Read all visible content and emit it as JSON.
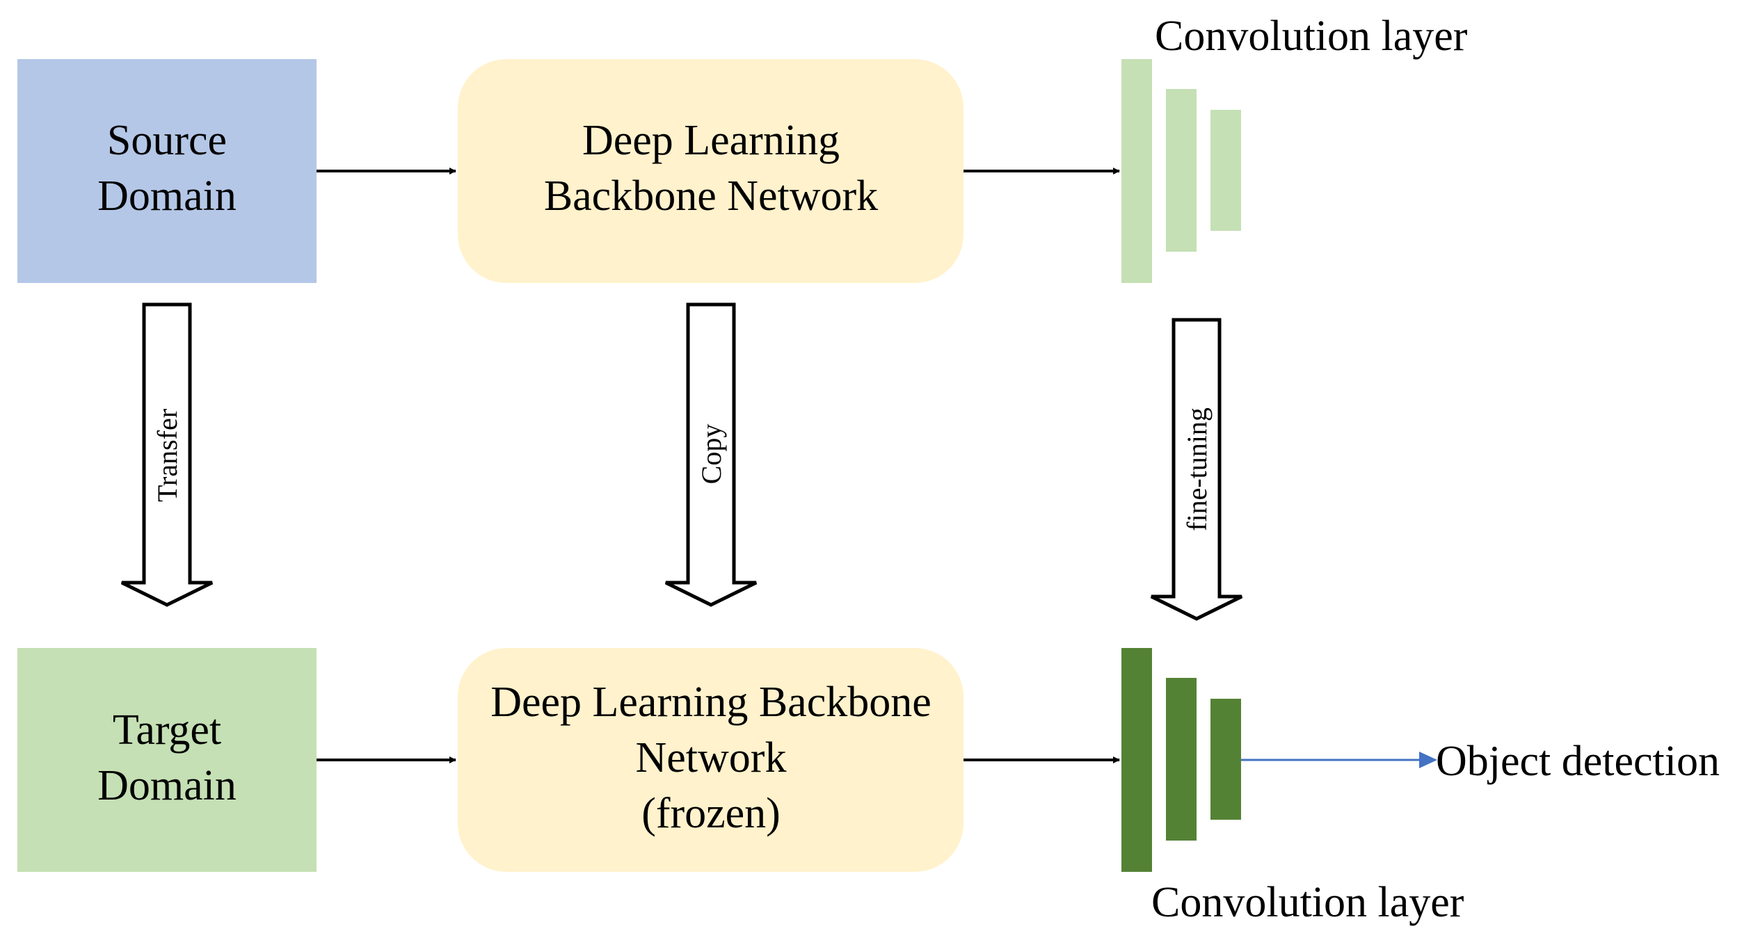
{
  "nodes": {
    "source_domain": {
      "lines": [
        "Source",
        "Domain"
      ]
    },
    "target_domain": {
      "lines": [
        "Target",
        "Domain"
      ]
    },
    "backbone_top": {
      "lines": [
        "Deep Learning",
        "Backbone Network"
      ]
    },
    "backbone_bottom": {
      "lines": [
        "Deep Learning Backbone",
        "Network",
        "(frozen)"
      ]
    },
    "conv_top_label": "Convolution layer",
    "conv_bottom_label": "Convolution layer",
    "output_label": "Object detection"
  },
  "transitions": {
    "transfer": "Transfer",
    "copy": "Copy",
    "fine_tuning": "fine-tuning"
  },
  "colors": {
    "source_fill": "#b4c7e7",
    "target_fill": "#c5e0b4",
    "backbone_fill": "#fff2cc",
    "conv_light": "#c5e0b4",
    "conv_dark": "#548235",
    "output_arrow": "#4472c4",
    "arrow": "#000000"
  }
}
